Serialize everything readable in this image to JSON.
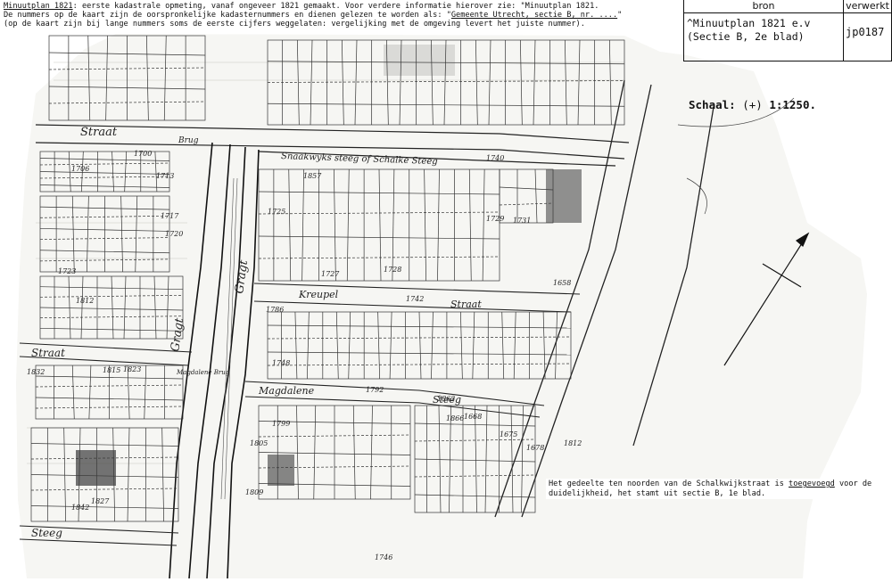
{
  "header_note": {
    "line1_title": "Minuutplan 1821",
    "line1_rest": ": eerste kadastrale opmeting, vanaf ongeveer 1821 gemaakt. Voor verdere informatie hierover zie: \"Minuutplan 1821.",
    "line2_pre": "De nummers op de kaart zijn de oorspronkelijke kadasternummers en dienen gelezen te worden als: \"",
    "line2_ref": "Gemeente Utrecht, sectie B, nr. ....",
    "line2_post": "\"",
    "line3": "(op de kaart zijn bij lange nummers soms de eerste cijfers weggelaten: vergelijking met de omgeving levert het juiste nummer)."
  },
  "meta_table": {
    "col_bron": "bron",
    "col_verwerkt": "verwerkt",
    "bron_line1": "^Minuutplan 1821 e.v",
    "bron_line2": "(Sectie B, 2e blad)",
    "verwerkt_value": "jp0187"
  },
  "scale": {
    "label": "Schaal:",
    "symbol": "(+)",
    "value": "1:1250."
  },
  "bottom_note": {
    "pre": "Het gedeelte ten noorden van de Schalkwijkstraat is ",
    "underlined": "toegevoegd",
    "post": " voor de duidelijkheid, het stamt uit sectie B, 1e blad."
  },
  "map": {
    "streets": {
      "straat_top": "Straat",
      "steeg_top": "Snaakwyks steeg of Schalke Steeg",
      "kreupel": "Kreupel",
      "straat_mid": "Straat",
      "gragt_left": "Gragt",
      "gragt_right": "Gragt",
      "straat_left": "Straat",
      "magdalene": "Magdalene",
      "steeg_mid": "Steeg",
      "steeg_bottom": "Steeg",
      "bridge_top": "Brug",
      "bridge_mid": "Magdalene Brug"
    },
    "parcels": [
      "1706",
      "1713",
      "1717",
      "1720",
      "1723",
      "1725",
      "1727",
      "1728",
      "1729",
      "1731",
      "1742",
      "1786",
      "1792",
      "1799",
      "1805",
      "1809",
      "1812",
      "1815",
      "1823",
      "1827",
      "1832",
      "1842",
      "1857",
      "1862",
      "1866",
      "1668",
      "1675",
      "1678",
      "1658",
      "1740",
      "1700",
      "1746",
      "1748",
      "1812"
    ]
  }
}
